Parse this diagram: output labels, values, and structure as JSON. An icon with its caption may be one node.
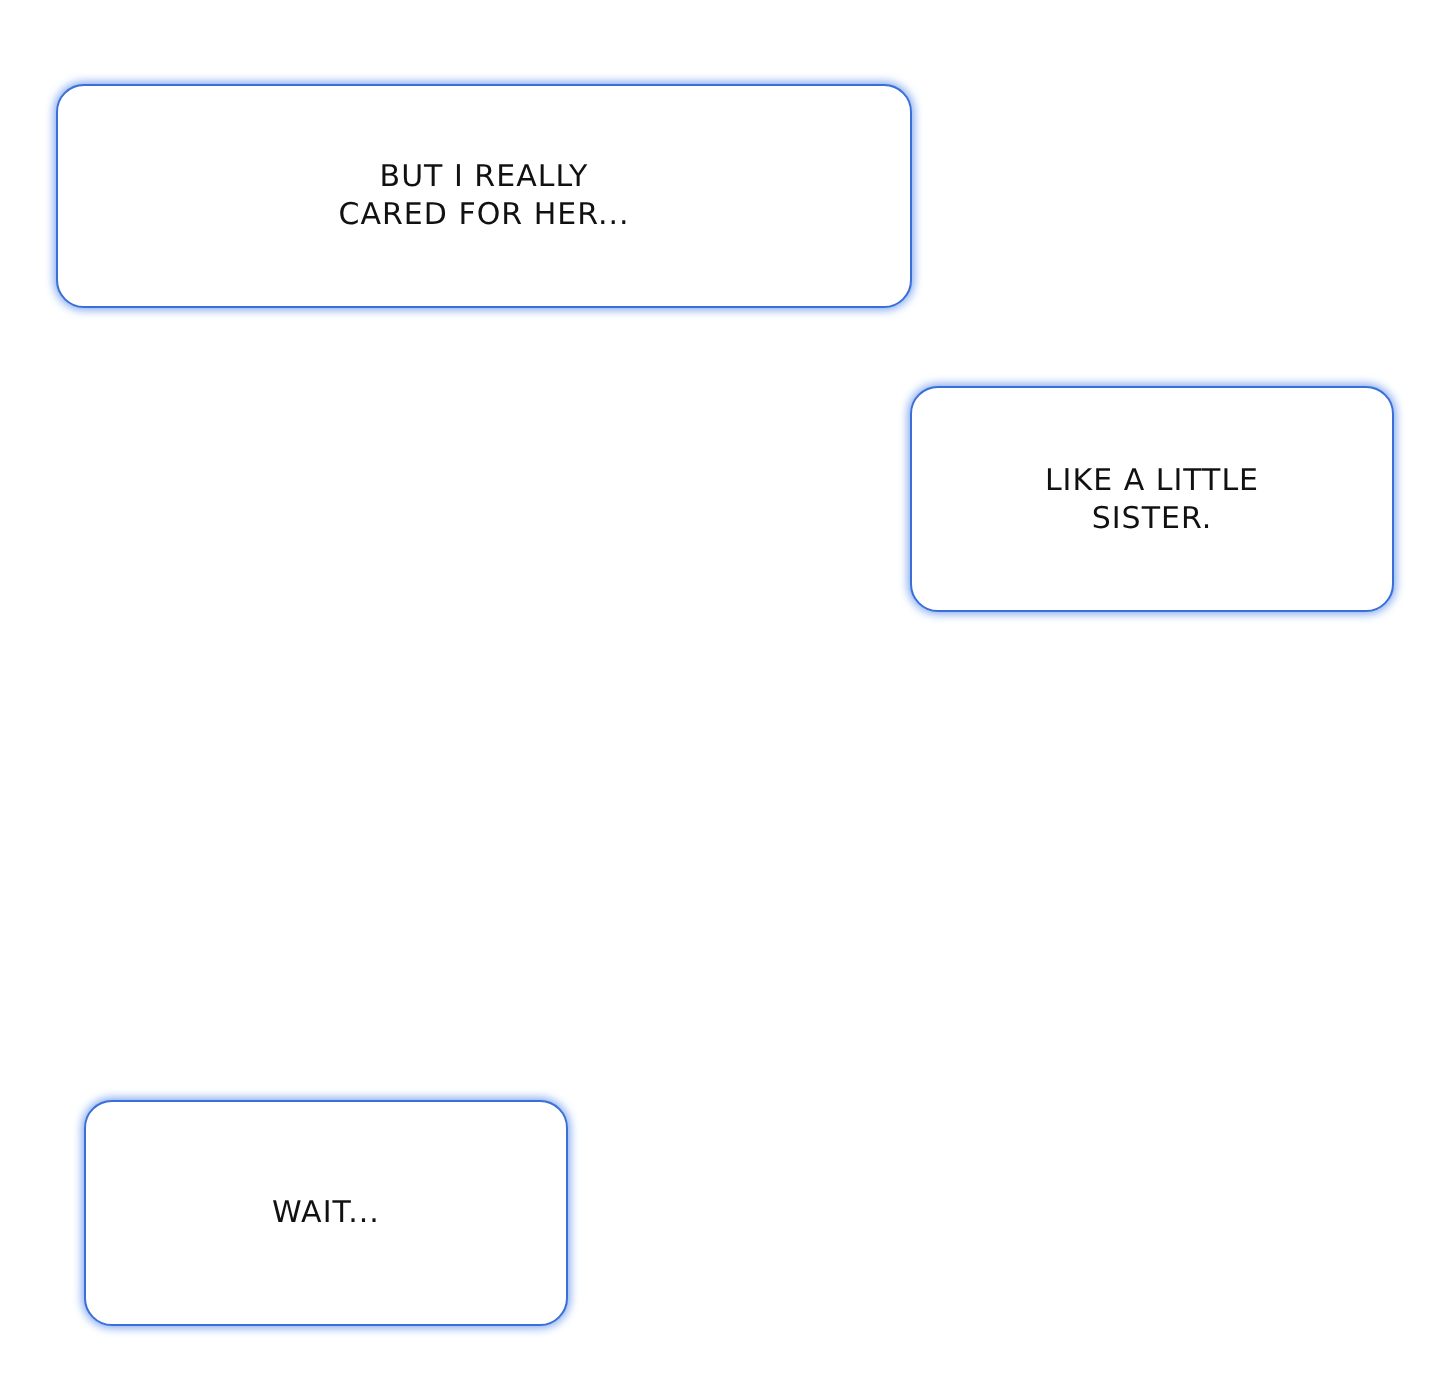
{
  "diagram": {
    "nodes": [
      {
        "text": [
          "BUT I REALLY CARED FOR HER..."
        ]
      },
      {
        "text": [
          "LIKE A LITTLE SISTER."
        ]
      },
      {
        "text": [
          "WAIT..."
        ]
      }
    ]
  }
}
